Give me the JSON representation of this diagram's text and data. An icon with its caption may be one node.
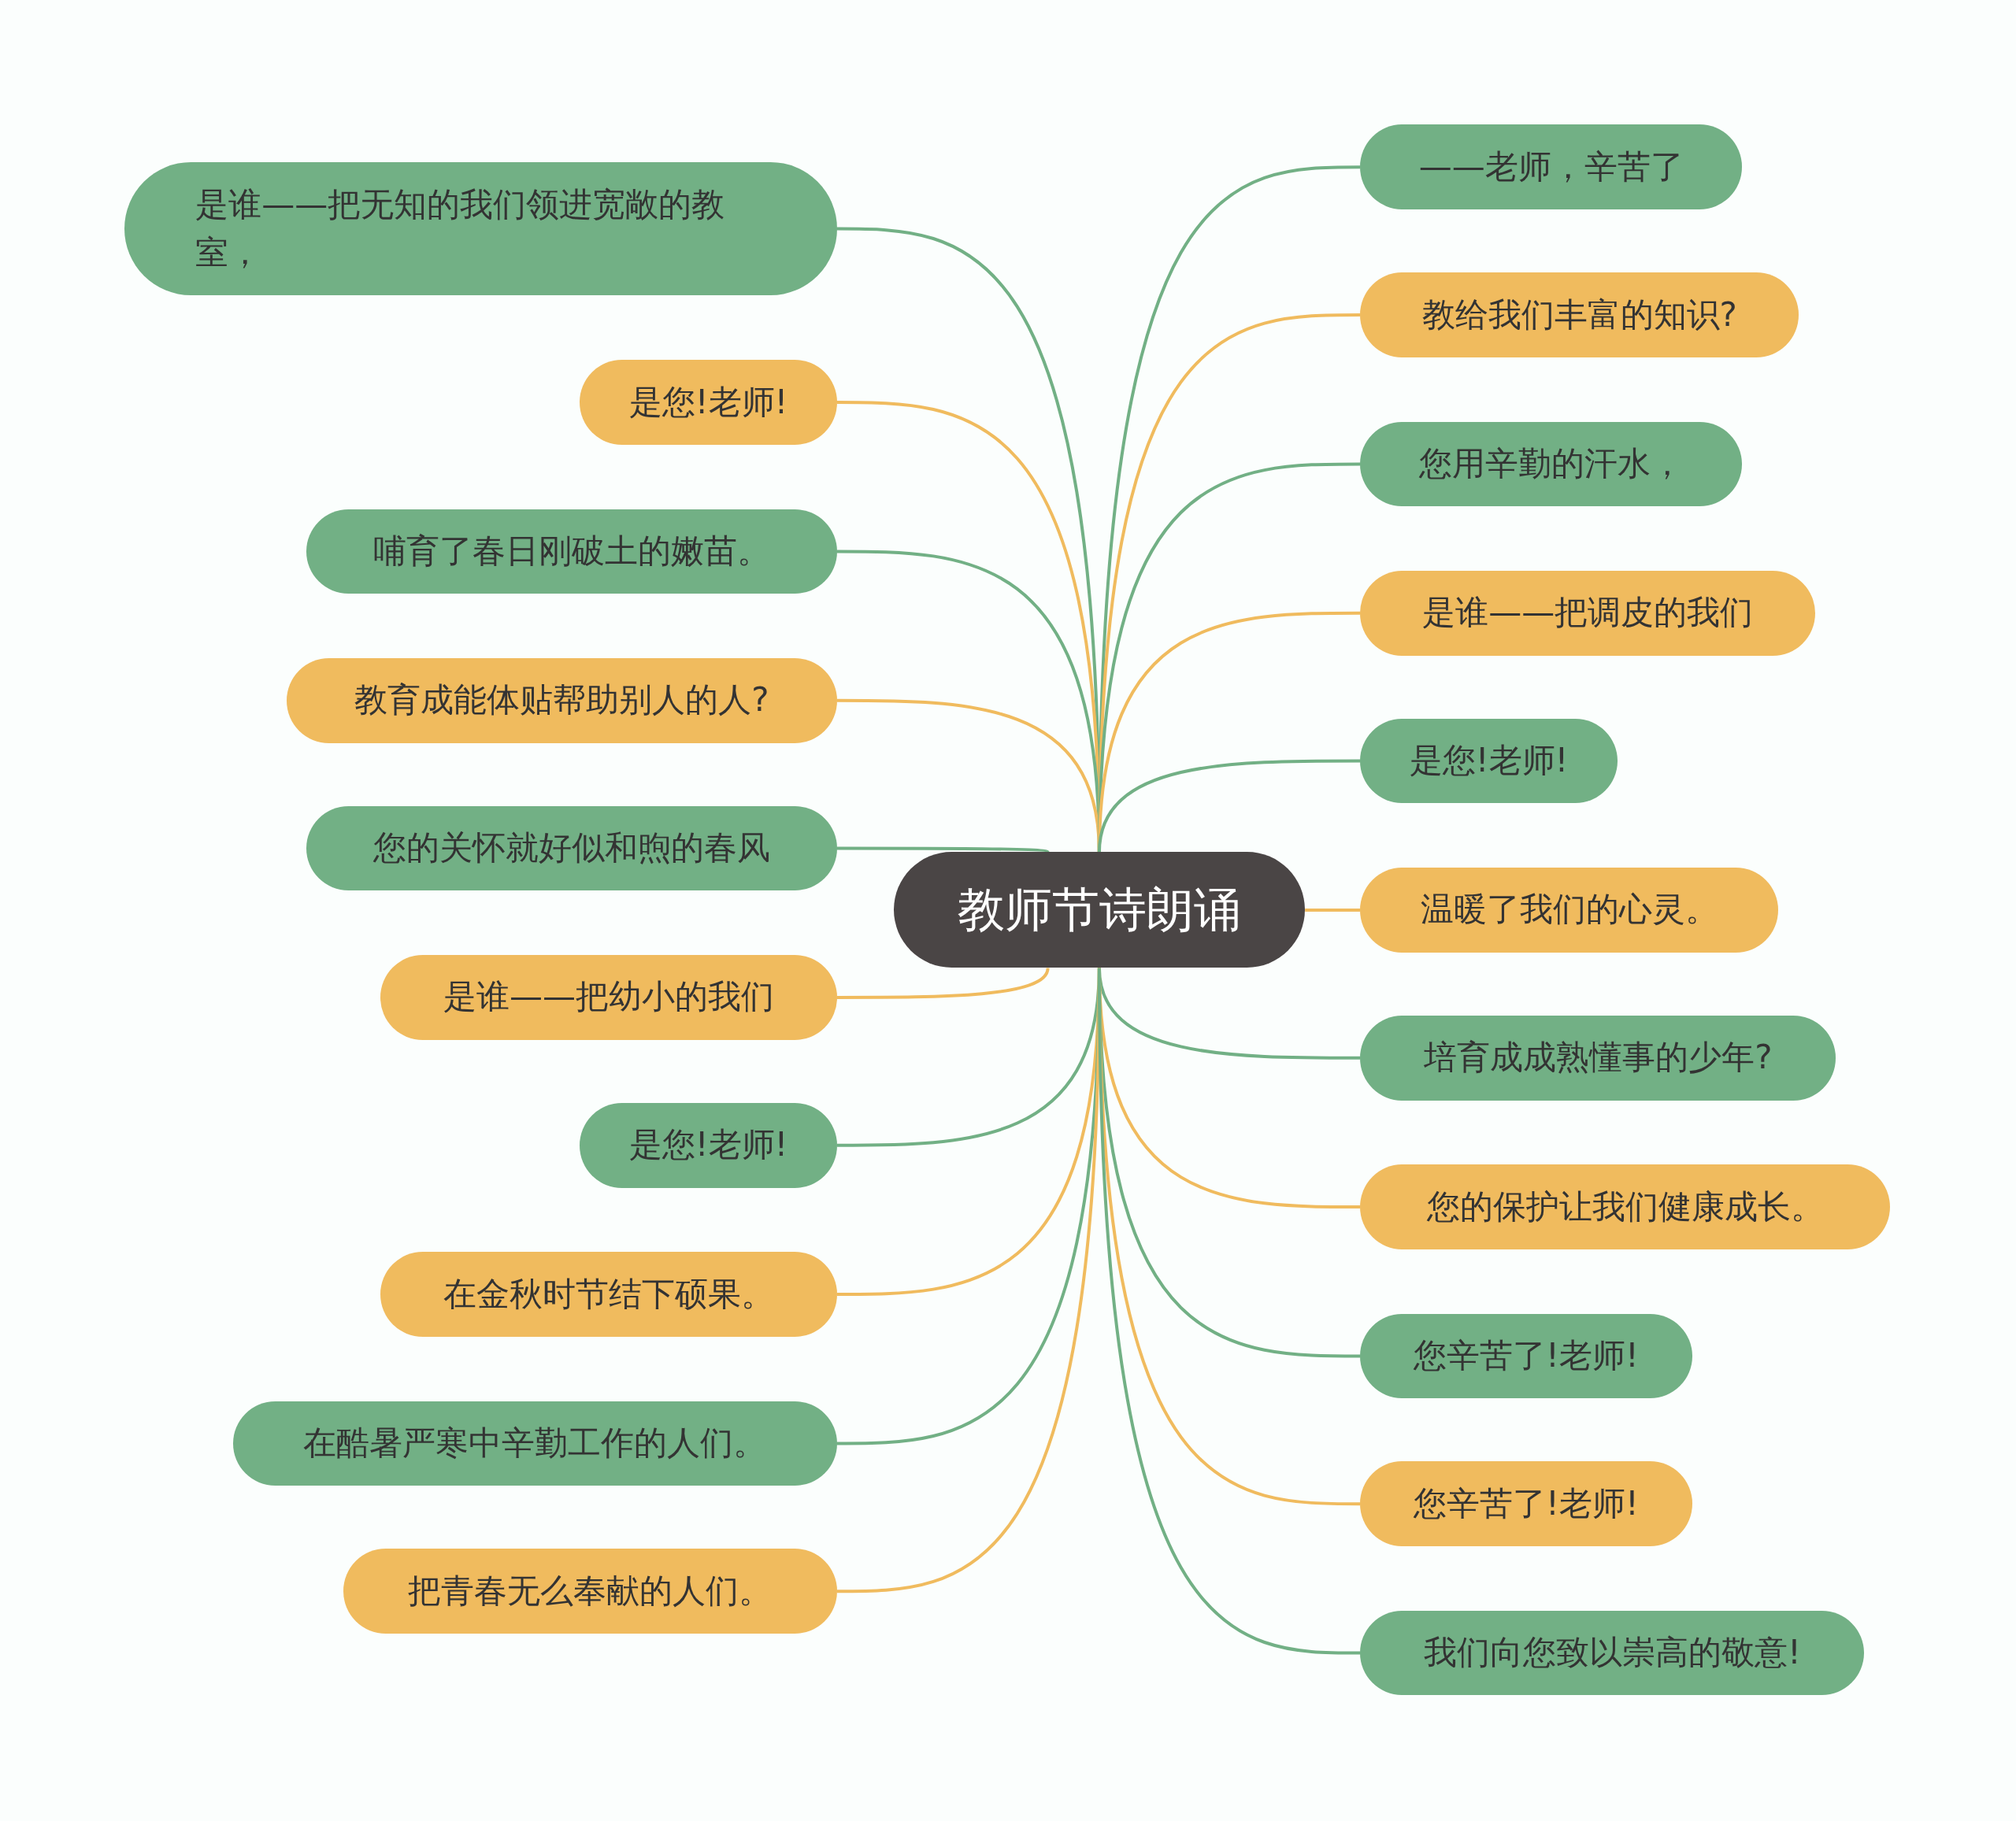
{
  "diagram": {
    "nodes": [
      {
        "text": [
          "教师节诗朗诵"
        ]
      },
      {
        "text": [
          "是谁——把无知的我们领进宽敞的教室，"
        ]
      },
      {
        "text": [
          "是您!老师!"
        ]
      },
      {
        "text": [
          "哺育了春日刚破土的嫩苗。"
        ]
      },
      {
        "text": [
          "教育成能体贴帮助别人的人?"
        ]
      },
      {
        "text": [
          "您的关怀就好似和煦的春风"
        ]
      },
      {
        "text": [
          "是谁——把幼小的我们"
        ]
      },
      {
        "text": [
          "是您!老师!"
        ]
      },
      {
        "text": [
          "在金秋时节结下硕果。"
        ]
      },
      {
        "text": [
          "在酷暑严寒中辛勤工作的人们。"
        ]
      },
      {
        "text": [
          "把青春无么奉献的人们。"
        ]
      },
      {
        "text": [
          "——老师，辛苦了"
        ]
      },
      {
        "text": [
          "教给我们丰富的知识?"
        ]
      },
      {
        "text": [
          "您用辛勤的汗水，"
        ]
      },
      {
        "text": [
          "是谁——把调皮的我们"
        ]
      },
      {
        "text": [
          "是您!老师!"
        ]
      },
      {
        "text": [
          "温暖了我们的心灵。"
        ]
      },
      {
        "text": [
          "培育成成熟懂事的少年?"
        ]
      },
      {
        "text": [
          "您的保护让我们健康成长。"
        ]
      },
      {
        "text": [
          "您辛苦了!老师!"
        ]
      },
      {
        "text": [
          "您辛苦了!老师!"
        ]
      },
      {
        "text": [
          "我们向您致以崇高的敬意!"
        ]
      }
    ],
    "edges": [
      {
        "from": 0,
        "to": 1,
        "arrow": "none"
      },
      {
        "from": 0,
        "to": 2,
        "arrow": "none",
        "color": "#f0bb5e"
      },
      {
        "from": 0,
        "to": 3,
        "arrow": "none"
      },
      {
        "from": 0,
        "to": 4,
        "arrow": "none",
        "color": "#f0bb5e"
      },
      {
        "from": 0,
        "to": 5,
        "arrow": "none"
      },
      {
        "from": 0,
        "to": 6,
        "arrow": "none",
        "color": "#f0bb5e"
      },
      {
        "from": 0,
        "to": 7,
        "arrow": "none"
      },
      {
        "from": 0,
        "to": 8,
        "arrow": "none",
        "color": "#f0bb5e"
      },
      {
        "from": 0,
        "to": 9,
        "arrow": "none"
      },
      {
        "from": 0,
        "to": 10,
        "arrow": "none",
        "color": "#f0bb5e"
      },
      {
        "from": 0,
        "to": 11,
        "arrow": "none"
      },
      {
        "from": 0,
        "to": 12,
        "arrow": "none",
        "color": "#f0bb5e"
      },
      {
        "from": 0,
        "to": 13,
        "arrow": "none"
      },
      {
        "from": 0,
        "to": 14,
        "arrow": "none",
        "color": "#f0bb5e"
      },
      {
        "from": 0,
        "to": 15,
        "arrow": "none"
      },
      {
        "from": 0,
        "to": 16,
        "arrow": "none",
        "color": "#f0bb5e"
      },
      {
        "from": 0,
        "to": 17,
        "arrow": "none"
      },
      {
        "from": 0,
        "to": 18,
        "arrow": "none",
        "color": "#f0bb5e"
      },
      {
        "from": 0,
        "to": 19,
        "arrow": "none"
      },
      {
        "from": 0,
        "to": 20,
        "arrow": "none",
        "color": "#f0bb5e"
      },
      {
        "from": 0,
        "to": 21,
        "arrow": "none"
      }
    ]
  }
}
